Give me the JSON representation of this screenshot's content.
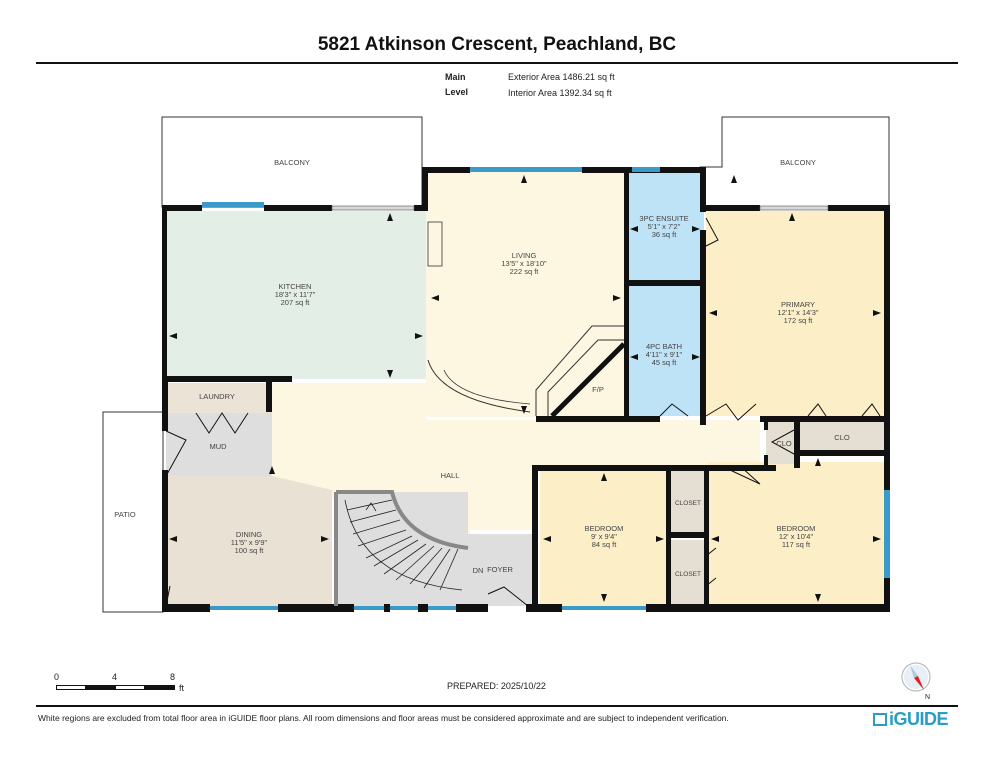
{
  "header": {
    "title": "5821 Atkinson Crescent, Peachland, BC",
    "level_label": "Main Level",
    "exterior_area": "Exterior Area 1486.21 sq ft",
    "interior_area": "Interior Area 1392.34 sq ft"
  },
  "rooms": {
    "balcony_left": {
      "name": "BALCONY"
    },
    "balcony_right": {
      "name": "BALCONY"
    },
    "kitchen": {
      "name": "KITCHEN",
      "dims": "18'3\" x 11'7\"",
      "area": "207 sq ft"
    },
    "living": {
      "name": "LIVING",
      "dims": "13'5\" x 18'10\"",
      "area": "222 sq ft"
    },
    "ensuite": {
      "name": "3PC ENSUITE",
      "dims": "5'1\" x 7'2\"",
      "area": "36 sq ft"
    },
    "bath": {
      "name": "4PC BATH",
      "dims": "4'11\" x 9'1\"",
      "area": "45 sq ft"
    },
    "primary": {
      "name": "PRIMARY",
      "dims": "12'1\" x 14'3\"",
      "area": "172 sq ft"
    },
    "laundry": {
      "name": "LAUNDRY"
    },
    "mud": {
      "name": "MUD"
    },
    "patio": {
      "name": "PATIO"
    },
    "hall": {
      "name": "HALL"
    },
    "fp": {
      "name": "F/P"
    },
    "clo1": {
      "name": "CLO"
    },
    "clo2": {
      "name": "CLO"
    },
    "dining": {
      "name": "DINING",
      "dims": "11'5\" x 9'9\"",
      "area": "100 sq ft"
    },
    "bedroom1": {
      "name": "BEDROOM",
      "dims": "9' x 9'4\"",
      "area": "84 sq ft"
    },
    "closet1": {
      "name": "CLOSET"
    },
    "closet2": {
      "name": "CLOSET"
    },
    "bedroom2": {
      "name": "BEDROOM",
      "dims": "12' x 10'4\"",
      "area": "117 sq ft"
    },
    "foyer": {
      "name": "FOYER"
    },
    "stairs_dn": {
      "name": "DN"
    }
  },
  "colors": {
    "kitchen": "#e3efe6",
    "living": "#fdf6e1",
    "bath": "#bfe3f6",
    "primary": "#fcefc8",
    "laundry": "#ebe3d6",
    "mud": "#dedede",
    "dining": "#e9e1d4",
    "bedroom": "#fcefc8",
    "closet": "#e5ded2",
    "hall": "#fdf6e1",
    "window": "#3a9ac9",
    "wall": "#111111"
  },
  "scale": {
    "ticks": [
      "0",
      "4",
      "8"
    ],
    "unit": "ft"
  },
  "footer": {
    "prepared": "PREPARED: 2025/10/22",
    "disclaimer": "White regions are excluded from total floor area in iGUIDE floor plans. All room dimensions and floor areas must be considered approximate and are subject to independent verification.",
    "brand": "iGUIDE",
    "compass_label": "N"
  }
}
